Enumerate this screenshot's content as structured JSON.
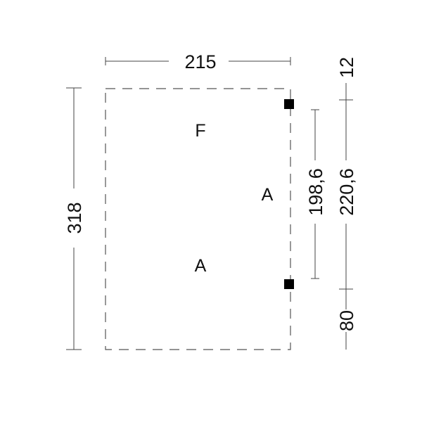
{
  "dimensions": {
    "top_width": "215",
    "left_height": "318",
    "inner_span": "198,6",
    "right_total": "220,6",
    "right_top": "12",
    "right_bottom": "80"
  },
  "zones": {
    "top": "F",
    "right": "A",
    "bottom": "A"
  },
  "colors": {
    "line": "#444444",
    "post": "#000000"
  }
}
